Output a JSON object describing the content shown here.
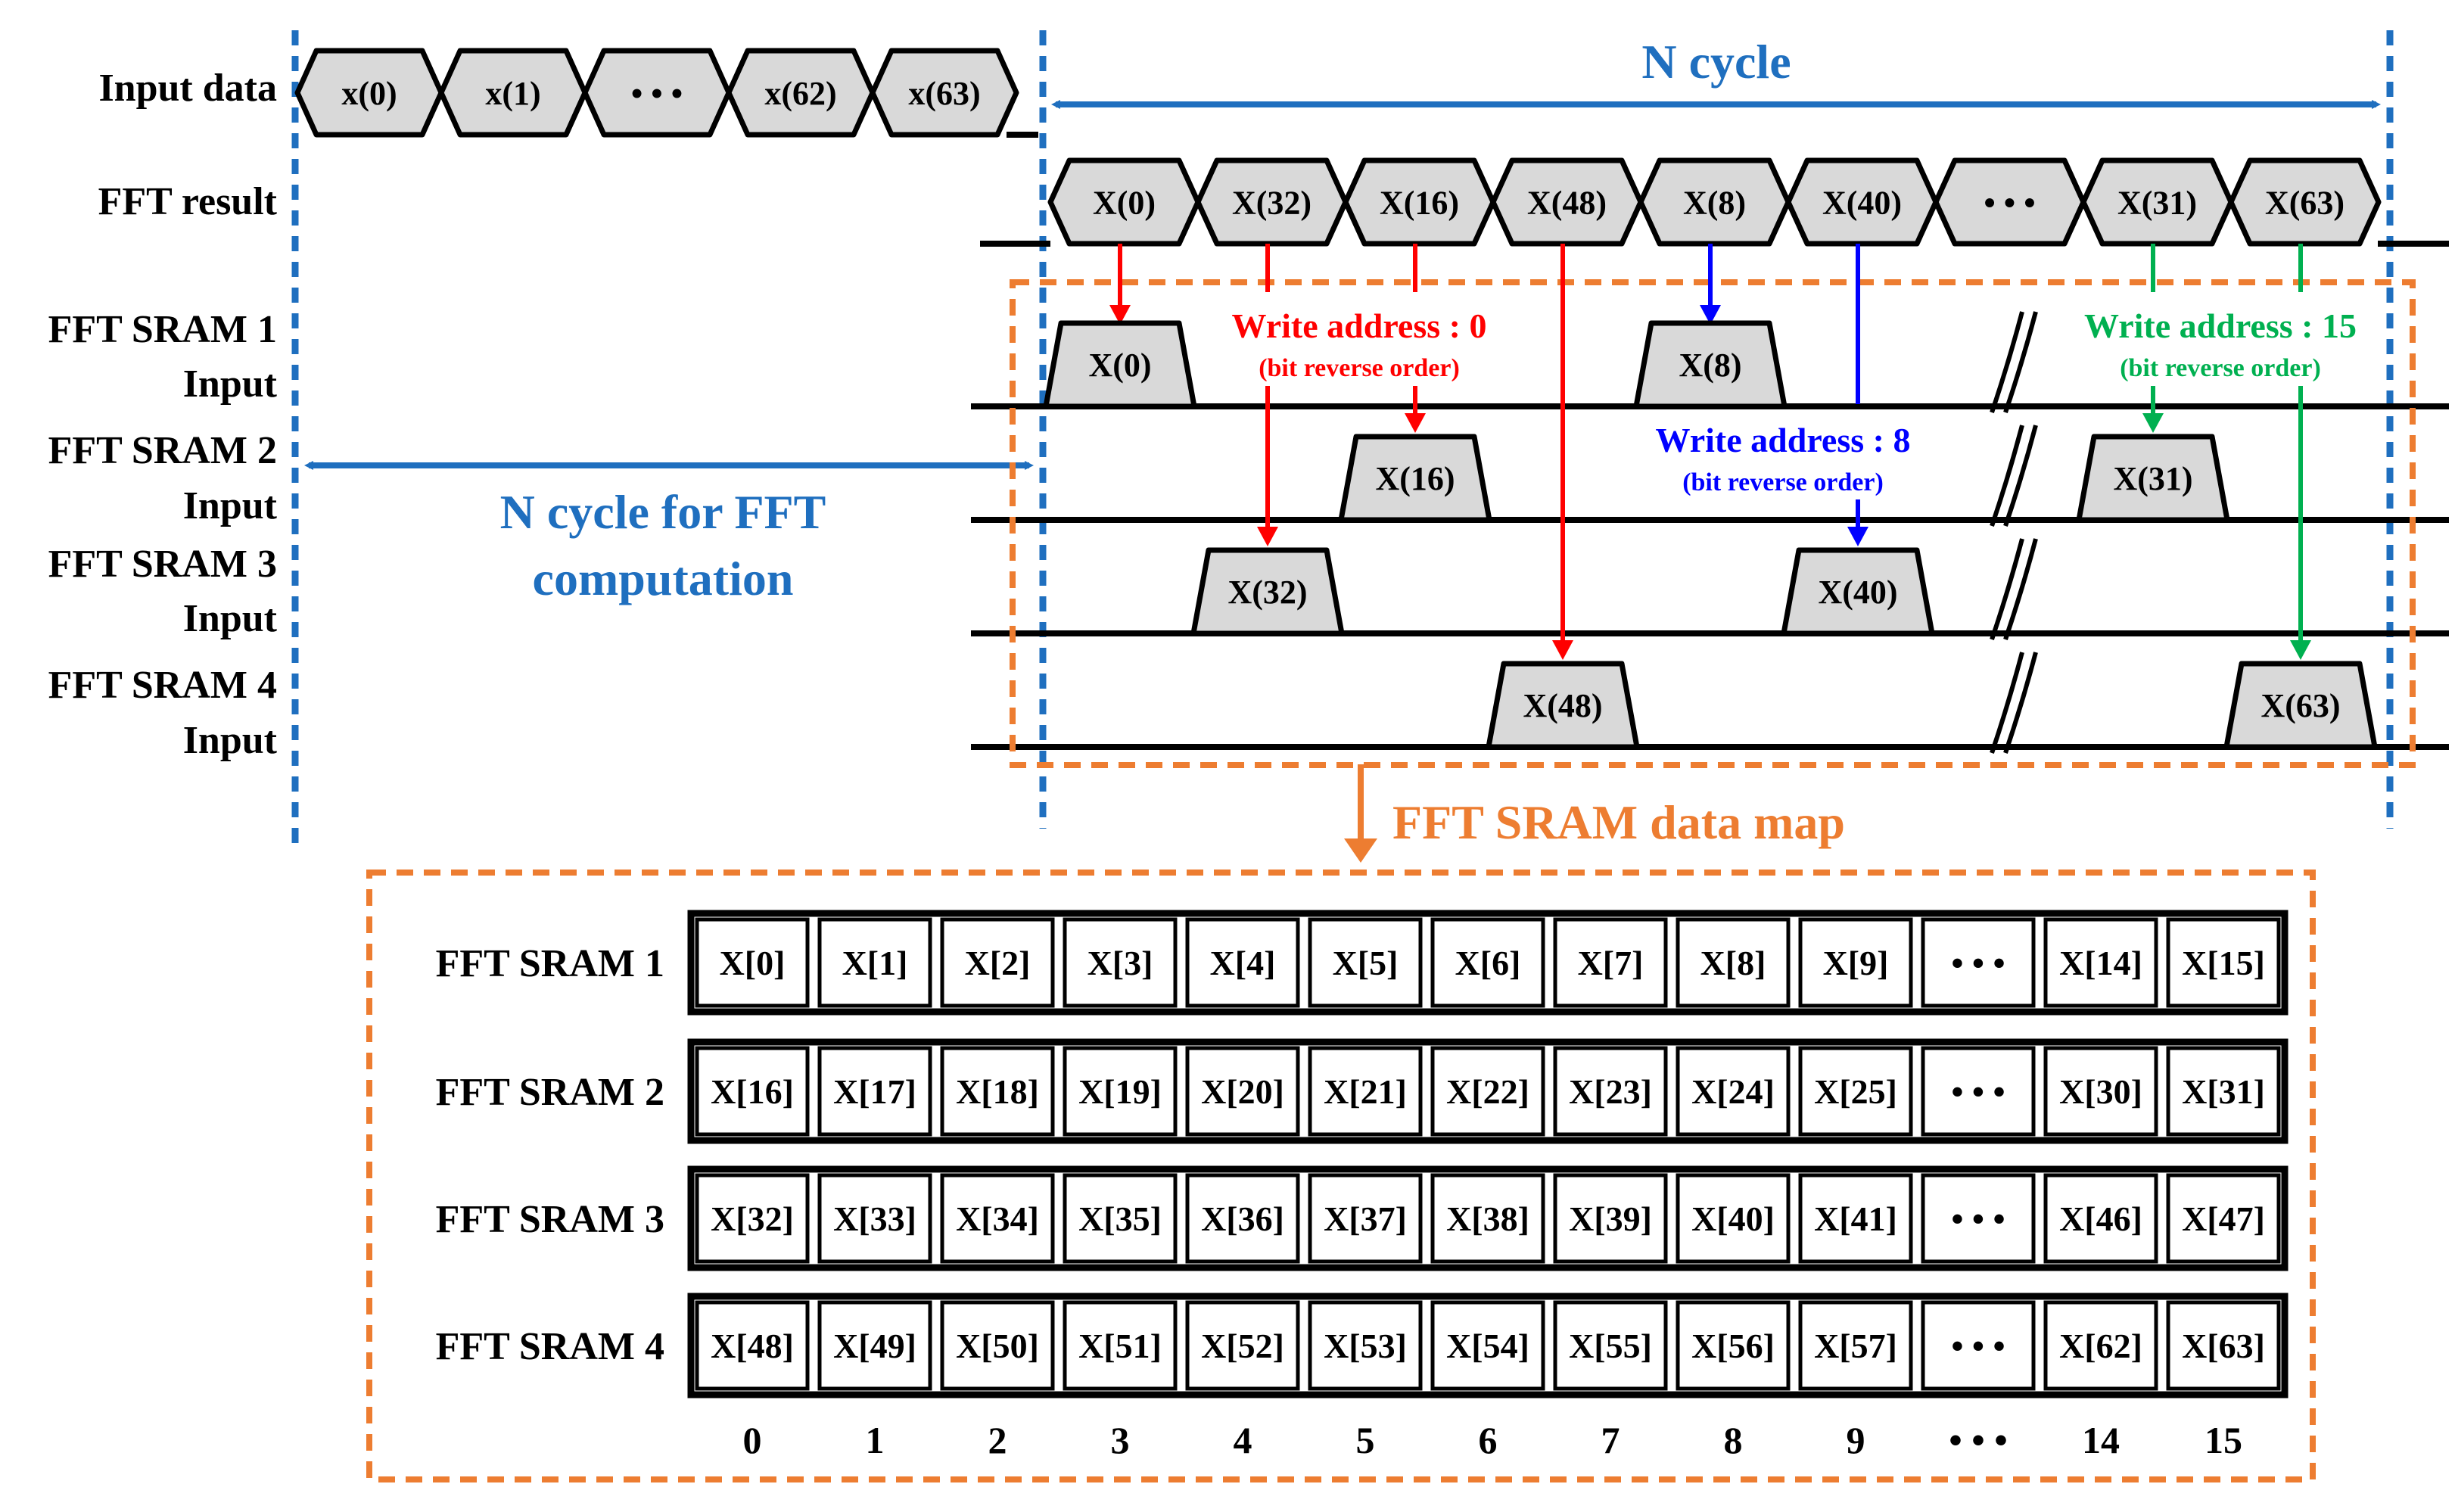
{
  "colors": {
    "black": "#000000",
    "box_fill": "#d9d9d9",
    "blue": "#1f6fbf",
    "orange": "#ed7d31",
    "red": "#ff0000",
    "dark_blue": "#0000ff",
    "green": "#00b050"
  },
  "labels": {
    "input_data": "Input data",
    "fft_result": "FFT result",
    "sram1": "FFT SRAM 1",
    "sram2": "FFT SRAM 2",
    "sram3": "FFT SRAM 3",
    "sram4": "FFT SRAM 4",
    "input": "Input",
    "n_cycle": "N cycle",
    "n_cycle_fft_line1": "N cycle for FFT",
    "n_cycle_fft_line2": "computation",
    "data_map_title": "FFT SRAM data map"
  },
  "input_sequence": [
    "x(0)",
    "x(1)",
    "• • •",
    "x(62)",
    "x(63)"
  ],
  "fft_result_sequence": [
    "X(0)",
    "X(32)",
    "X(16)",
    "X(48)",
    "X(8)",
    "X(40)",
    "• • •",
    "X(31)",
    "X(63)"
  ],
  "sram_writes": {
    "sram1": [
      "X(0)",
      "X(8)"
    ],
    "sram2": [
      "X(16)",
      "X(31)"
    ],
    "sram3": [
      "X(32)",
      "X(40)"
    ],
    "sram4": [
      "X(48)",
      "X(63)"
    ]
  },
  "annotations": {
    "addr0": "Write address : 0",
    "addr8": "Write address : 8",
    "addr15": "Write address : 15",
    "bit_reverse": "(bit reverse order)"
  },
  "data_map": {
    "rows": [
      {
        "label": "FFT SRAM 1",
        "cells": [
          "X[0]",
          "X[1]",
          "X[2]",
          "X[3]",
          "X[4]",
          "X[5]",
          "X[6]",
          "X[7]",
          "X[8]",
          "X[9]",
          "• • •",
          "X[14]",
          "X[15]"
        ]
      },
      {
        "label": "FFT SRAM 2",
        "cells": [
          "X[16]",
          "X[17]",
          "X[18]",
          "X[19]",
          "X[20]",
          "X[21]",
          "X[22]",
          "X[23]",
          "X[24]",
          "X[25]",
          "• • •",
          "X[30]",
          "X[31]"
        ]
      },
      {
        "label": "FFT SRAM 3",
        "cells": [
          "X[32]",
          "X[33]",
          "X[34]",
          "X[35]",
          "X[36]",
          "X[37]",
          "X[38]",
          "X[39]",
          "X[40]",
          "X[41]",
          "• • •",
          "X[46]",
          "X[47]"
        ]
      },
      {
        "label": "FFT SRAM 4",
        "cells": [
          "X[48]",
          "X[49]",
          "X[50]",
          "X[51]",
          "X[52]",
          "X[53]",
          "X[54]",
          "X[55]",
          "X[56]",
          "X[57]",
          "• • •",
          "X[62]",
          "X[63]"
        ]
      }
    ],
    "addresses": [
      "0",
      "1",
      "2",
      "3",
      "4",
      "5",
      "6",
      "7",
      "8",
      "9",
      "• • •",
      "14",
      "15"
    ]
  }
}
